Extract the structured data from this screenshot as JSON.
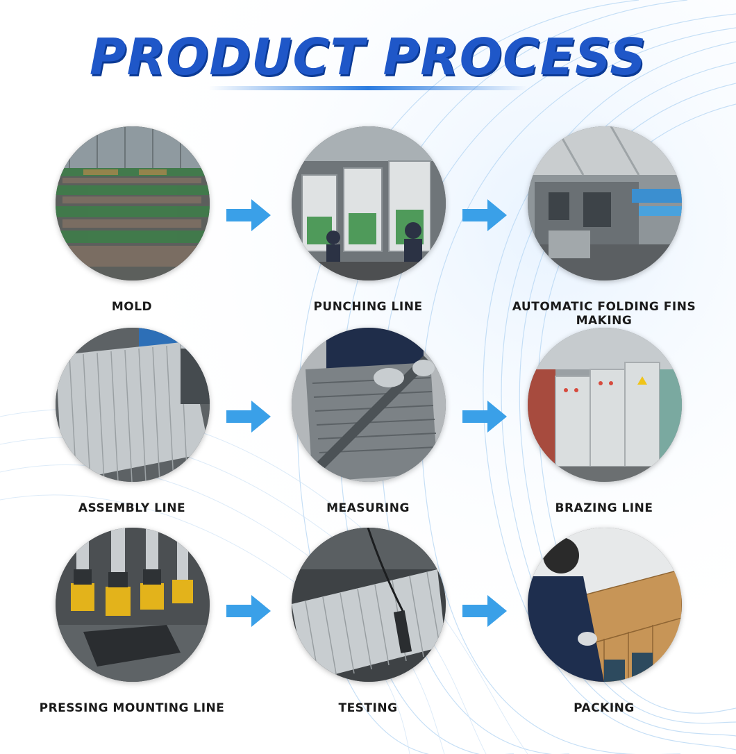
{
  "title": "PRODUCT PROCESS",
  "colors": {
    "title": "#1f57c8",
    "arrow": "#3aa0e8",
    "label": "#1a1a1a"
  },
  "steps": [
    {
      "label": "MOLD",
      "image": "factory-floor-mold-racks"
    },
    {
      "label": "PUNCHING LINE",
      "image": "punch-press-machines"
    },
    {
      "label": "AUTOMATIC FOLDING FINS MAKING",
      "image": "fin-folding-machine"
    },
    {
      "label": "ASSEMBLY LINE",
      "image": "radiator-core-assembly"
    },
    {
      "label": "MEASURING",
      "image": "worker-measuring-radiator"
    },
    {
      "label": "BRAZING LINE",
      "image": "brazing-control-cabinets"
    },
    {
      "label": "PRESSING MOUNTING LINE",
      "image": "pressing-machine-yellow-tools"
    },
    {
      "label": "TESTING",
      "image": "radiator-testing"
    },
    {
      "label": "PACKING",
      "image": "worker-packing-boxes"
    }
  ],
  "arrow_icon": "right-arrow-icon"
}
